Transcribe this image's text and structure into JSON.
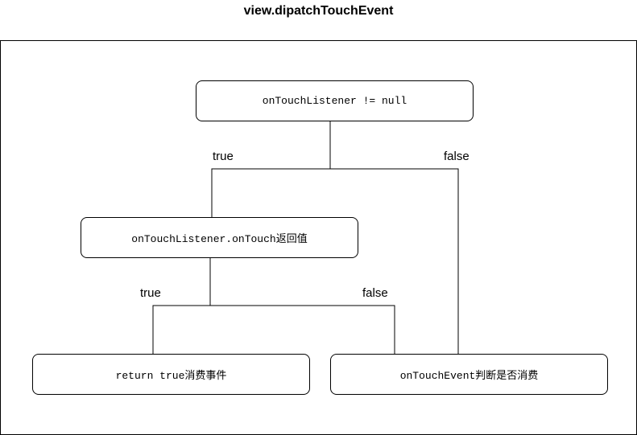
{
  "diagram": {
    "title": "view.dipatchTouchEvent",
    "nodes": {
      "check_listener": "onTouchListener != null",
      "listener_ontouch": "onTouchListener.onTouch返回值",
      "return_true": "return true消费事件",
      "on_touch_event": "onTouchEvent判断是否消费"
    },
    "edge_labels": {
      "listener_true": "true",
      "listener_false": "false",
      "ontouch_true": "true",
      "ontouch_false": "false"
    }
  }
}
